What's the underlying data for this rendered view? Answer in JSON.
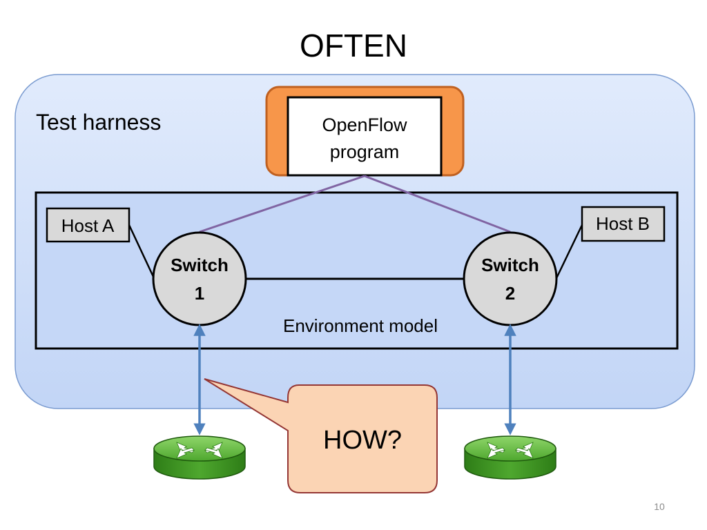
{
  "slide": {
    "title": "OFTEN",
    "page_number": "10"
  },
  "harness": {
    "label": "Test harness"
  },
  "program": {
    "line1": "OpenFlow",
    "line2": "program"
  },
  "environment": {
    "label": "Environment model"
  },
  "hosts": {
    "a": "Host A",
    "b": "Host B"
  },
  "switches": {
    "s1_line1": "Switch",
    "s1_line2": "1",
    "s2_line1": "Switch",
    "s2_line2": "2"
  },
  "callout": {
    "text": "HOW?"
  },
  "icons": {
    "router_left": "router-icon",
    "router_right": "router-icon"
  },
  "colors": {
    "harness_fill": "#d6e3fb",
    "harness_stroke": "#7a9bd0",
    "program_frame": "#f7964a",
    "program_frame_stroke": "#c0601f",
    "switch_fill": "#d9d9d9",
    "host_fill": "#d9d9d9",
    "control_line": "#8064a2",
    "arrow": "#4f81bd",
    "callout_fill": "#fbd4b4",
    "callout_stroke": "#943634",
    "router_green": "#4ea72e"
  }
}
